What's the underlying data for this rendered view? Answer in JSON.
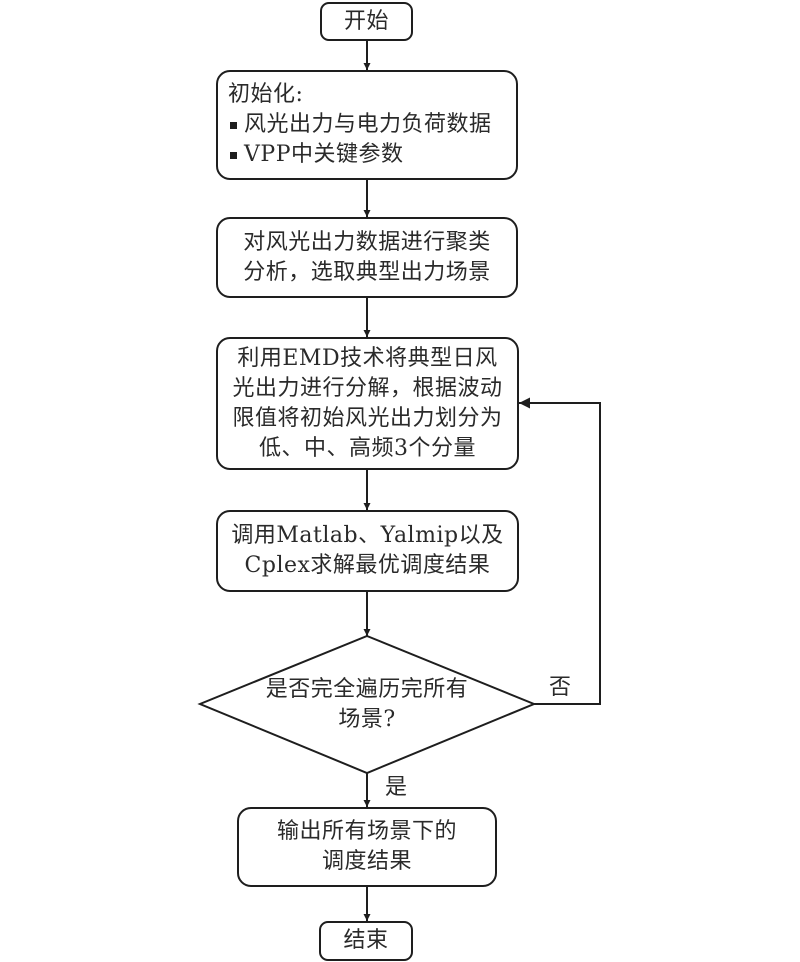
{
  "flowchart": {
    "start": {
      "label": "开始"
    },
    "init": {
      "title": "初始化:",
      "items": [
        "风光出力与电力负荷数据",
        "VPP中关键参数"
      ]
    },
    "cluster": {
      "lines": [
        "对风光出力数据进行聚类",
        "分析，选取典型出力场景"
      ]
    },
    "emd": {
      "lines": [
        "利用EMD技术将典型日风",
        "光出力进行分解，根据波动",
        "限值将初始风光出力划分为",
        "低、中、高频3个分量"
      ]
    },
    "solve": {
      "lines": [
        "调用Matlab、Yalmip以及",
        "Cplex求解最优调度结果"
      ]
    },
    "decision": {
      "lines": [
        "是否完全遍历完所有",
        "场景?"
      ],
      "yes_label": "是",
      "no_label": "否"
    },
    "output": {
      "lines": [
        "输出所有场景下的",
        "调度结果"
      ]
    },
    "end": {
      "label": "结束"
    }
  },
  "colors": {
    "stroke": "#1e1e1e",
    "text": "#2a2a2a",
    "background": "#ffffff"
  }
}
